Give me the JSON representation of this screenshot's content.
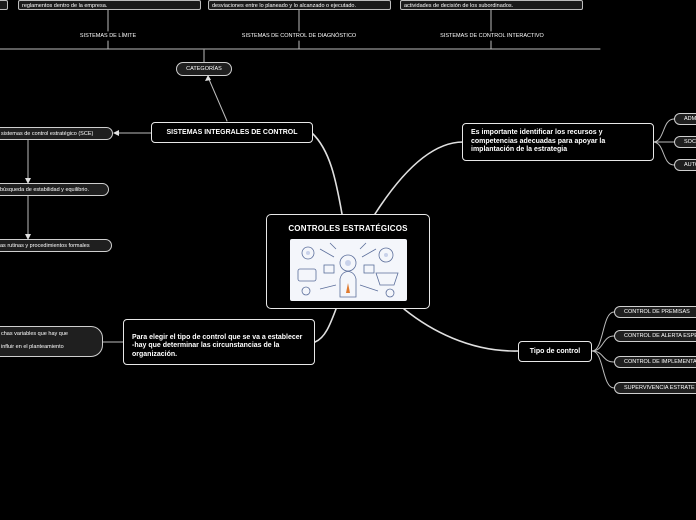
{
  "center": {
    "title": "CONTROLES ESTRATÉGICOS",
    "image_icon": "sketch-doodle-illustration"
  },
  "top_boxes": [
    "reglamentos dentro de la empresa.",
    "desviaciones entre lo planeado y lo alcanzado o ejecutado.",
    "actividades de decisión de los subordinados."
  ],
  "top_labels": [
    "SISTEMAS DE LÍMITE",
    "SISTEMAS DE CONTROL DE DIAGNÓSTICO",
    "SISTEMAS DE CONTROL INTERACTIVO"
  ],
  "categorias": "CATEGORÍAS",
  "sistemas": {
    "title": "SISTEMAS INTEGRALES DE CONTROL",
    "children": [
      "sistemas de control estratégico (SCE)",
      "búsqueda de estabilidad y equilibrio.",
      "as rutinas y procedimientos formales"
    ]
  },
  "recursos": {
    "title": "Es importante identificar los recursos y competencias adecuadas para apoyar la implantación de la estrategia",
    "children": [
      "ADM",
      "SOCI",
      "AUTO"
    ]
  },
  "elegir": {
    "title": "Para elegir el tipo de control que se va a establecer\n-hay que determinar las circunstancias de la organización.",
    "child_lines": [
      "chas variables que hay que",
      "influir en el planteamiento"
    ]
  },
  "tipo": {
    "title": "Tipo de control",
    "children": [
      "CONTROL DE PREMISAS",
      "CONTROL DE ALERTA ESPE",
      "CONTROL DE IMPLEMENTA",
      "SUPERVIVENCIA ESTRATE"
    ]
  }
}
